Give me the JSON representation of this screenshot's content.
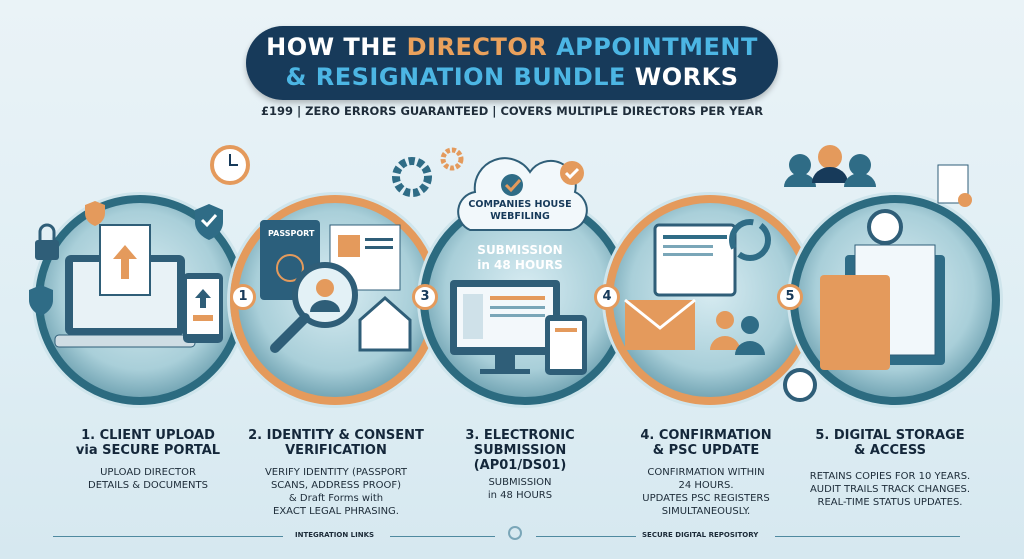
{
  "title": {
    "part1": "HOW THE ",
    "part2": "DIRECTOR",
    "part3": " APPOINTMENT",
    "part4": "& RESIGNATION BUNDLE",
    "part5": " WORKS"
  },
  "subtitle": "£199 | ZERO ERRORS GUARANTEED | COVERS MULTIPLE DIRECTORS PER YEAR",
  "badges": [
    "1",
    "3",
    "4",
    "5"
  ],
  "cloud": {
    "label1": "COMPANIES HOUSE",
    "label2": "WEBFILING",
    "sub1": "SUBMISSION",
    "sub2": "in 48 HOURS"
  },
  "passport_label": "PASSPORT",
  "steps": [
    {
      "title1": "1. CLIENT UPLOAD",
      "title2": "via SECURE PORTAL",
      "desc": [
        "UPLOAD DIRECTOR",
        "DETAILS & DOCUMENTS"
      ]
    },
    {
      "title1": "2. IDENTITY & CONSENT",
      "title2": "VERIFICATION",
      "desc": [
        "VERIFY IDENTITY (PASSPORT",
        "SCANS, ADDRESS PROOF)",
        "& Draft Forms with",
        "EXACT LEGAL PHRASING."
      ]
    },
    {
      "title1": "3. ELECTRONIC",
      "title2": "SUBMISSION",
      "title3": "(AP01/DS01)",
      "desc": [
        "SUBMISSION",
        "in 48 HOURS"
      ]
    },
    {
      "title1": "4. CONFIRMATION",
      "title2": "& PSC UPDATE",
      "desc": [
        "CONFIRMATION WITHIN",
        "24 HOURS.",
        "UPDATES PSC REGISTERS",
        "SIMULTANEOUSLY."
      ]
    },
    {
      "title1": "5. DIGITAL STORAGE",
      "title2": "& ACCESS",
      "desc": [
        "RETAINS COPIES FOR 10 YEARS.",
        "AUDIT TRAILS TRACK CHANGES.",
        "REAL-TIME STATUS UPDATES."
      ]
    }
  ],
  "footer": {
    "left": "INTEGRATION LINKS",
    "right": "SECURE DIGITAL REPOSITORY"
  }
}
